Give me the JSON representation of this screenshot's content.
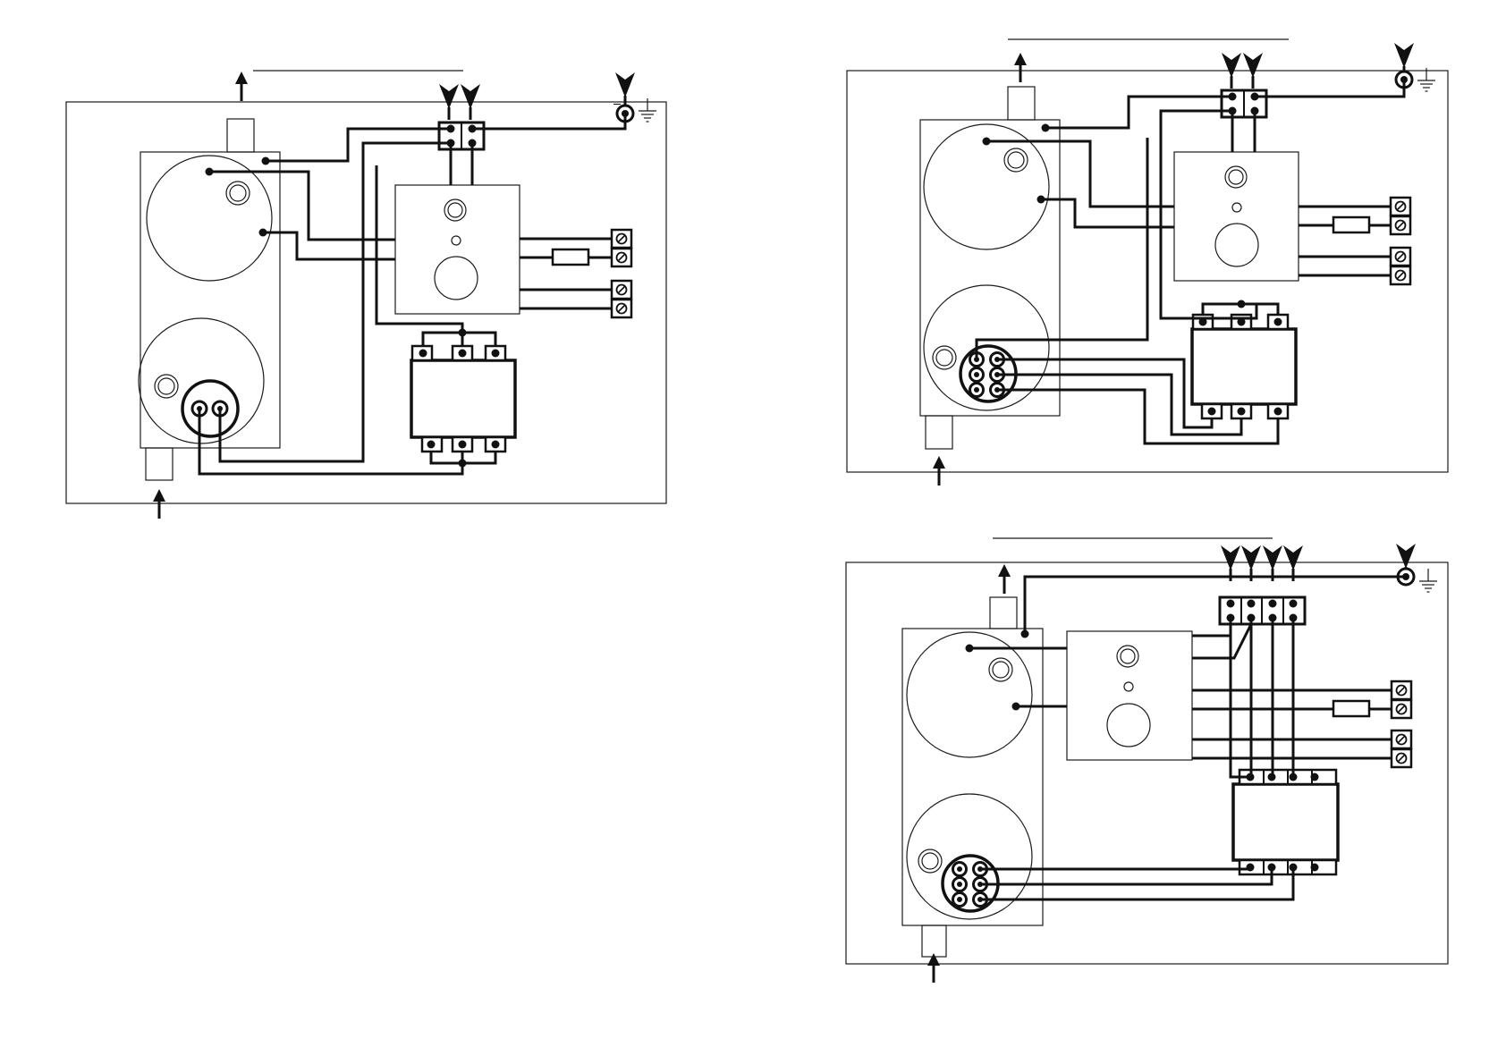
{
  "colors": {
    "ink": "#111111",
    "paper": "#ffffff"
  },
  "diagrams": [
    {
      "id": "single-phase",
      "supply_terminals": 2,
      "heaters": 1,
      "contactor_poles": 3
    },
    {
      "id": "three-phase-3-wire",
      "supply_terminals": 2,
      "heaters": 3,
      "contactor_poles": 3
    },
    {
      "id": "three-phase-4-wire",
      "supply_terminals": 4,
      "heaters": 3,
      "contactor_poles": 4
    }
  ],
  "icons": [
    "earth-icon",
    "supply-arrow-icon",
    "flow-arrow-icon",
    "screw-terminal-icon",
    "fuse-icon"
  ]
}
